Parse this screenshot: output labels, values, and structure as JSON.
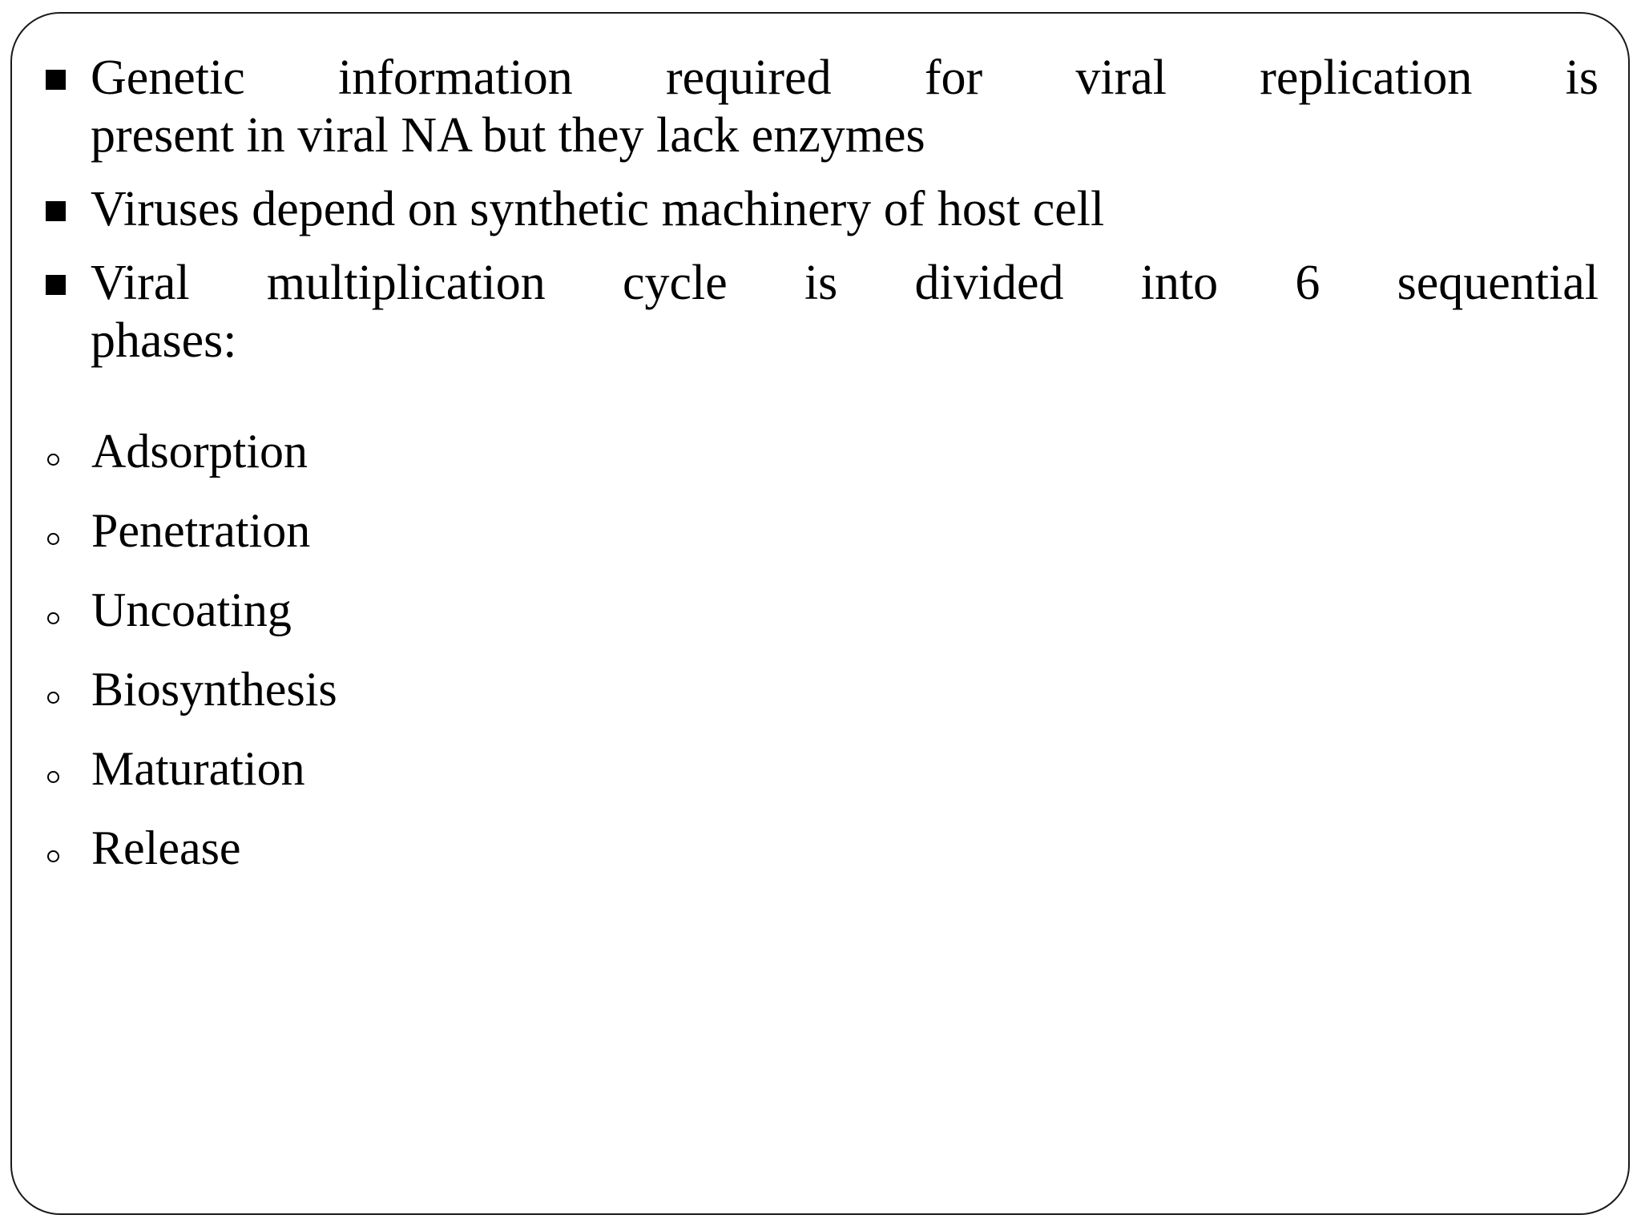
{
  "slide": {
    "background_color": "#ffffff",
    "border_color": "#1a1a1a",
    "text_color": "#000000",
    "bullets": [
      {
        "marker": "square-bullet",
        "line1": "Genetic information required for viral replication is",
        "line2": "present in viral NA but they lack enzymes",
        "full_text": "Genetic information required for viral replication is present in viral NA but they lack enzymes"
      },
      {
        "marker": "square-bullet",
        "line1": "Viruses depend on synthetic machinery of host cell",
        "line2": "",
        "full_text": "Viruses depend on synthetic machinery of host cell"
      },
      {
        "marker": "square-bullet",
        "line1": "Viral multiplication cycle is divided into 6 sequential",
        "line2": "phases:",
        "full_text": "Viral multiplication cycle is divided into 6 sequential phases:"
      }
    ],
    "sub_bullets": [
      {
        "marker": "circle-bullet",
        "label": "Adsorption"
      },
      {
        "marker": "circle-bullet",
        "label": "Penetration"
      },
      {
        "marker": "circle-bullet",
        "label": "Uncoating"
      },
      {
        "marker": "circle-bullet",
        "label": "Biosynthesis"
      },
      {
        "marker": "circle-bullet",
        "label": "Maturation"
      },
      {
        "marker": "circle-bullet",
        "label": "Release"
      }
    ]
  }
}
